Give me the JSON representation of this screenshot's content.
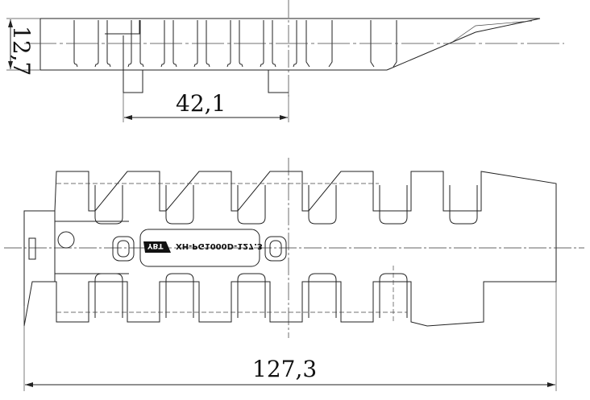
{
  "drawing": {
    "dimensions": {
      "height": "12,7",
      "pitch": "42,1",
      "width": "127,3"
    },
    "part_marking": "XH-PG1000D-127.3",
    "logo": "YBT"
  }
}
